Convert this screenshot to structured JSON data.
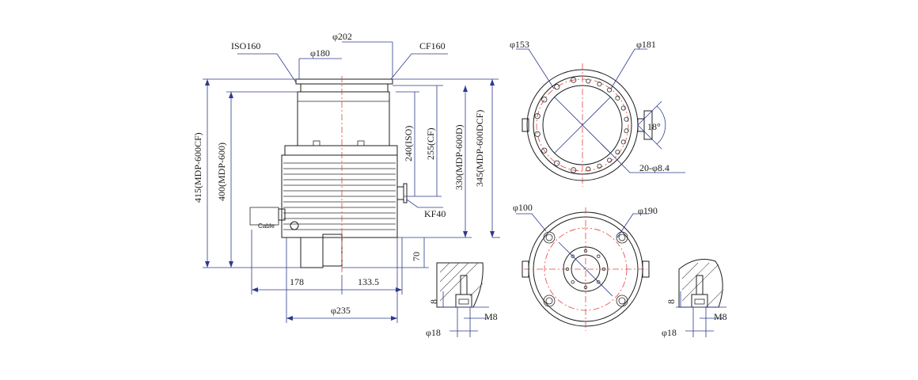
{
  "labels": {
    "iso160": "ISO160",
    "phi202": "φ202",
    "phi180": "φ180",
    "cf160": "CF160",
    "kf40": "KF40",
    "cable": "Cable",
    "d178": "178",
    "d133_5": "133.5",
    "phi235": "φ235",
    "d415": "415(MDP-600CF)",
    "d400": "400(MDP-600)",
    "d240": "240(ISO)",
    "d255": "255(CF)",
    "d330": "330(MDP-600D)",
    "d345": "345(MDP-600DCF)",
    "d70": "70",
    "phi153": "φ153",
    "phi181": "φ181",
    "angle18": "18°",
    "holes20": "20-φ8.4",
    "phi100": "φ100",
    "phi190": "φ190",
    "phi18": "φ18",
    "m8": "M8",
    "d8": "8"
  },
  "colors": {
    "outline": "#1c1c1c",
    "dimension": "#2d3a8c",
    "centerline": "#e0463c"
  }
}
